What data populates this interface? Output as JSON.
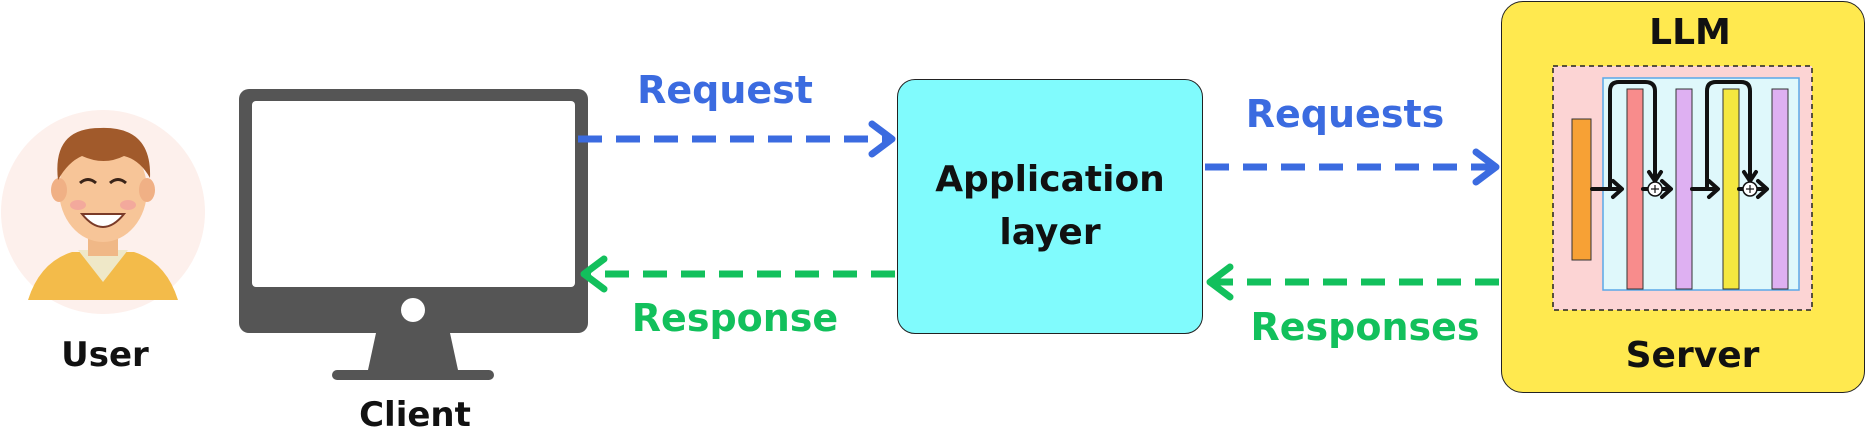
{
  "nodes": {
    "user": {
      "label": "User"
    },
    "client": {
      "label": "Client"
    },
    "application": {
      "label": "Application\nlayer"
    },
    "server": {
      "label": "Server",
      "title": "LLM"
    }
  },
  "edges": {
    "request": {
      "label": "Request"
    },
    "response": {
      "label": "Response"
    },
    "requests": {
      "label": "Requests"
    },
    "responses": {
      "label": "Responses"
    }
  },
  "colors": {
    "request_arrow": "#3b6be0",
    "response_arrow": "#12c05c",
    "application_fill": "#80fbfd",
    "server_fill": "#ffe94f",
    "monitor": "#555555",
    "avatar_bg": "#fdf0ec"
  },
  "icons": {
    "user": "person-avatar-icon",
    "client": "desktop-monitor-icon",
    "llm": "neural-network-icon"
  }
}
